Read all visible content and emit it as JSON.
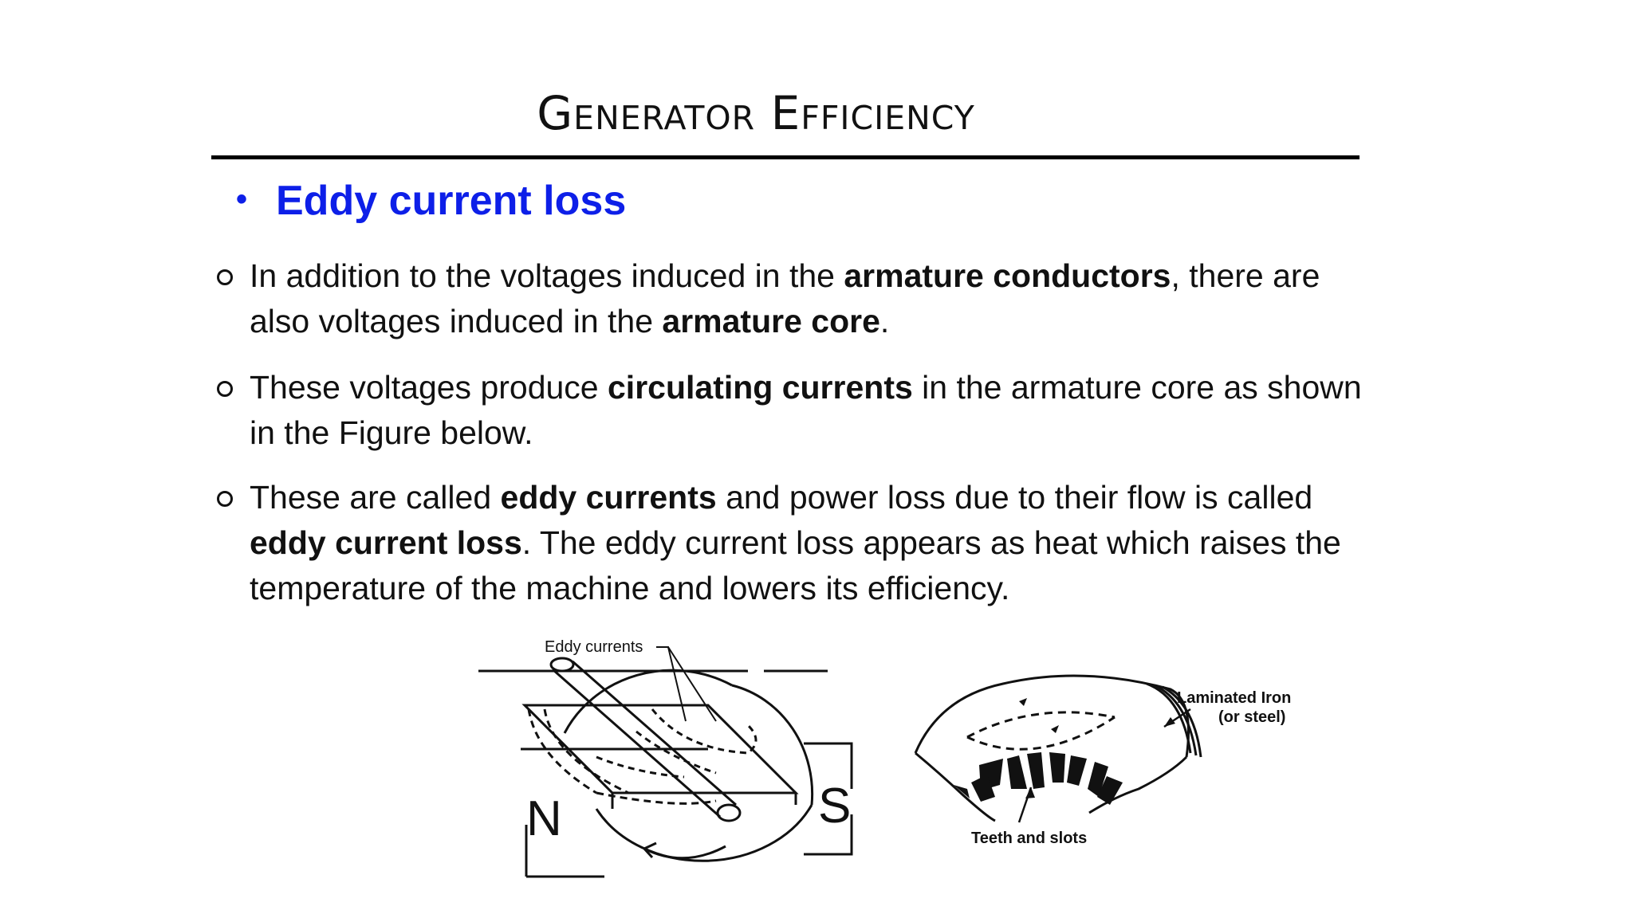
{
  "slide": {
    "title": "Generator Efficiency",
    "heading": "Eddy current loss",
    "bullets": [
      {
        "p1": "In addition to the voltages induced in the ",
        "b1": "armature conductors",
        "p2": ", there are  also voltages induced in the ",
        "b2": "armature core",
        "p3": "."
      },
      {
        "p1": "These voltages produce ",
        "b1": "circulating currents",
        "p2": " in the armature core as shown",
        "p3": "in the Figure below."
      },
      {
        "p1": "These are called ",
        "b1": "eddy currents",
        "p2": " and power loss due to their flow is called ",
        "b2": "eddy current loss",
        "p3": ". The eddy current loss appears as heat which raises the  temperature of the machine and lowers its efficiency."
      }
    ]
  },
  "figure_left": {
    "label_eddy": "Eddy currents",
    "label_n": "N",
    "label_s": "S"
  },
  "figure_right": {
    "label_laminated_1": "Laminated Iron",
    "label_laminated_2": "(or steel)",
    "label_teeth": "Teeth and slots"
  }
}
